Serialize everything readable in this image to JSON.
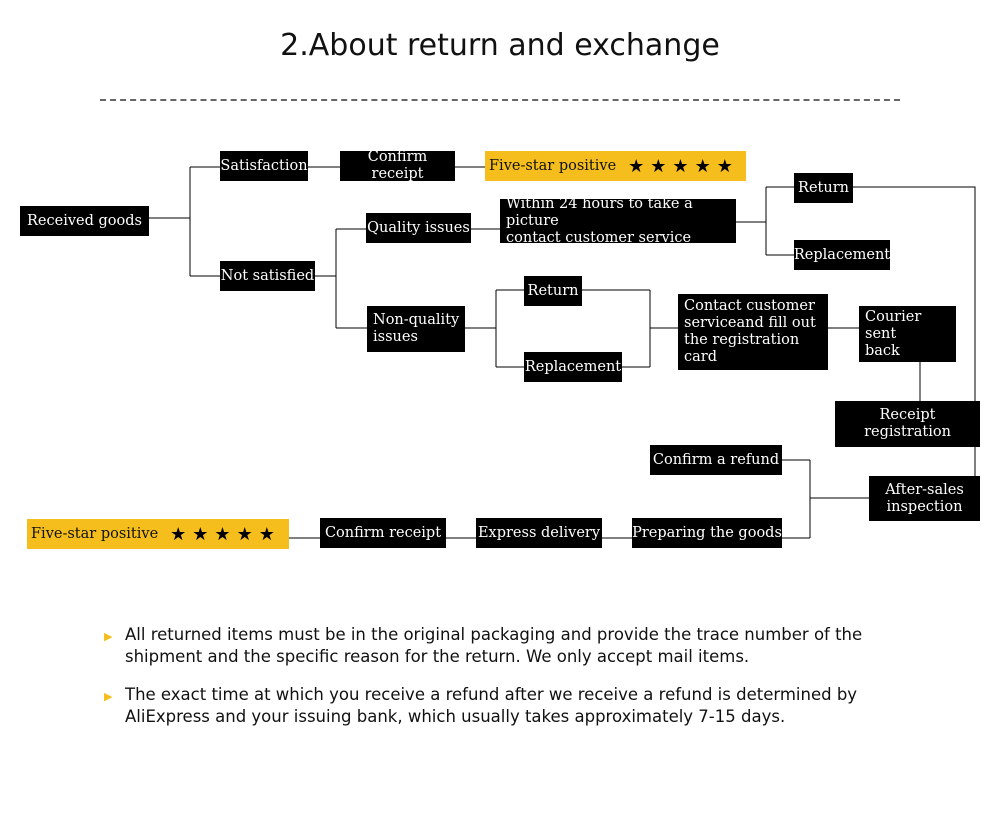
{
  "title": "2.About return and exchange",
  "colors": {
    "box": "#000000",
    "highlight": "#f5be1c",
    "line": "#000000"
  },
  "nodes": {
    "received_goods": "Received goods",
    "satisfaction": "Satisfaction",
    "not_satisfied": "Not satisfied",
    "confirm_receipt_top": "Confirm receipt",
    "five_star_top": "Five-star positive",
    "quality_issues": "Quality issues",
    "within_24h": "Within 24 hours to take a picture\ncontact customer service",
    "return_top": "Return",
    "replacement_top": "Replacement",
    "non_quality_issues": "Non-quality\nissues",
    "return_mid": "Return",
    "replacement_mid": "Replacement",
    "contact_service": "Contact customer\nserviceand fill out\nthe registration card",
    "courier_sent_back": "Courier sent\nback",
    "receipt_registration": "Receipt registration",
    "after_sales_inspection": "After-sales\ninspection",
    "confirm_refund": "Confirm a refund",
    "preparing_goods": "Preparing the goods",
    "express_delivery": "Express delivery",
    "confirm_receipt_bottom": "Confirm receipt",
    "five_star_bottom": "Five-star positive"
  },
  "stars": "★★★★★",
  "star_icon": "star-icon",
  "bullet_icon": "triangle-bullet-icon",
  "notes": [
    "All returned items must be in the original packaging and provide the trace number of the shipment and the specific reason for the return. We only accept mail items.",
    "The exact time at which you receive a refund after we receive a refund is determined by AliExpress and your issuing bank, which usually takes approximately 7-15 days."
  ]
}
